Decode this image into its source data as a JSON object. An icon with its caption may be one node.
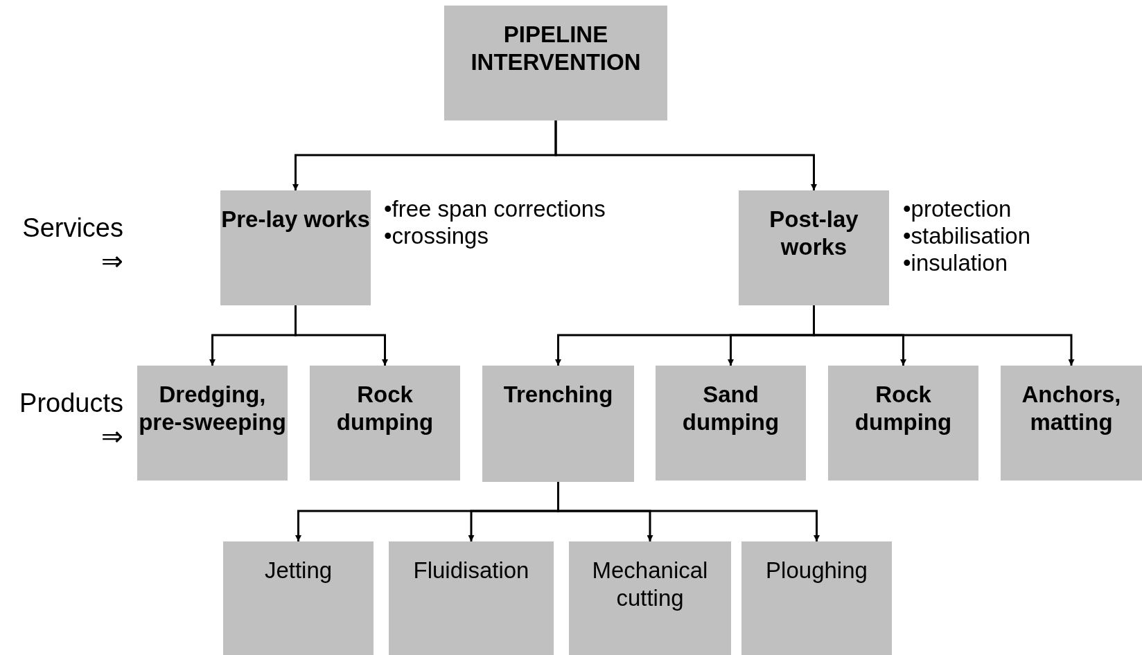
{
  "diagram": {
    "nodes": [
      {
        "text": [
          "PIPELINE INTERVENTION"
        ]
      },
      {
        "text": [
          "Pre-lay works"
        ],
        "beside": [
          "•free span corrections",
          "•crossings"
        ]
      },
      {
        "text": [
          "Post-lay works"
        ],
        "beside": [
          "•protection",
          "•stabilisation",
          "•insulation"
        ]
      },
      {
        "text": [
          "Dredging, pre-sweeping"
        ]
      },
      {
        "text": [
          "Rock dumping"
        ]
      },
      {
        "text": [
          "Trenching"
        ]
      },
      {
        "text": [
          "Sand dumping"
        ]
      },
      {
        "text": [
          "Rock dumping"
        ]
      },
      {
        "text": [
          "Anchors, matting"
        ]
      },
      {
        "text": [
          "Jetting"
        ]
      },
      {
        "text": [
          "Fluidisation"
        ]
      },
      {
        "text": [
          "Mechanical cutting"
        ]
      },
      {
        "text": [
          "Ploughing"
        ]
      }
    ],
    "edges": [
      {
        "from": 0,
        "to": 1,
        "arrow": "to"
      },
      {
        "from": 0,
        "to": 2,
        "arrow": "to"
      },
      {
        "from": 1,
        "to": 3,
        "arrow": "to"
      },
      {
        "from": 1,
        "to": 4,
        "arrow": "to"
      },
      {
        "from": 2,
        "to": 5,
        "arrow": "to"
      },
      {
        "from": 2,
        "to": 6,
        "arrow": "to"
      },
      {
        "from": 2,
        "to": 7,
        "arrow": "to"
      },
      {
        "from": 2,
        "to": 8,
        "arrow": "to"
      },
      {
        "from": 5,
        "to": 9,
        "arrow": "to"
      },
      {
        "from": 5,
        "to": 10,
        "arrow": "to"
      },
      {
        "from": 5,
        "to": 11,
        "arrow": "to"
      },
      {
        "from": 5,
        "to": 12,
        "arrow": "to"
      }
    ],
    "labels": [
      "Services ⇒",
      "Products ⇒"
    ]
  }
}
